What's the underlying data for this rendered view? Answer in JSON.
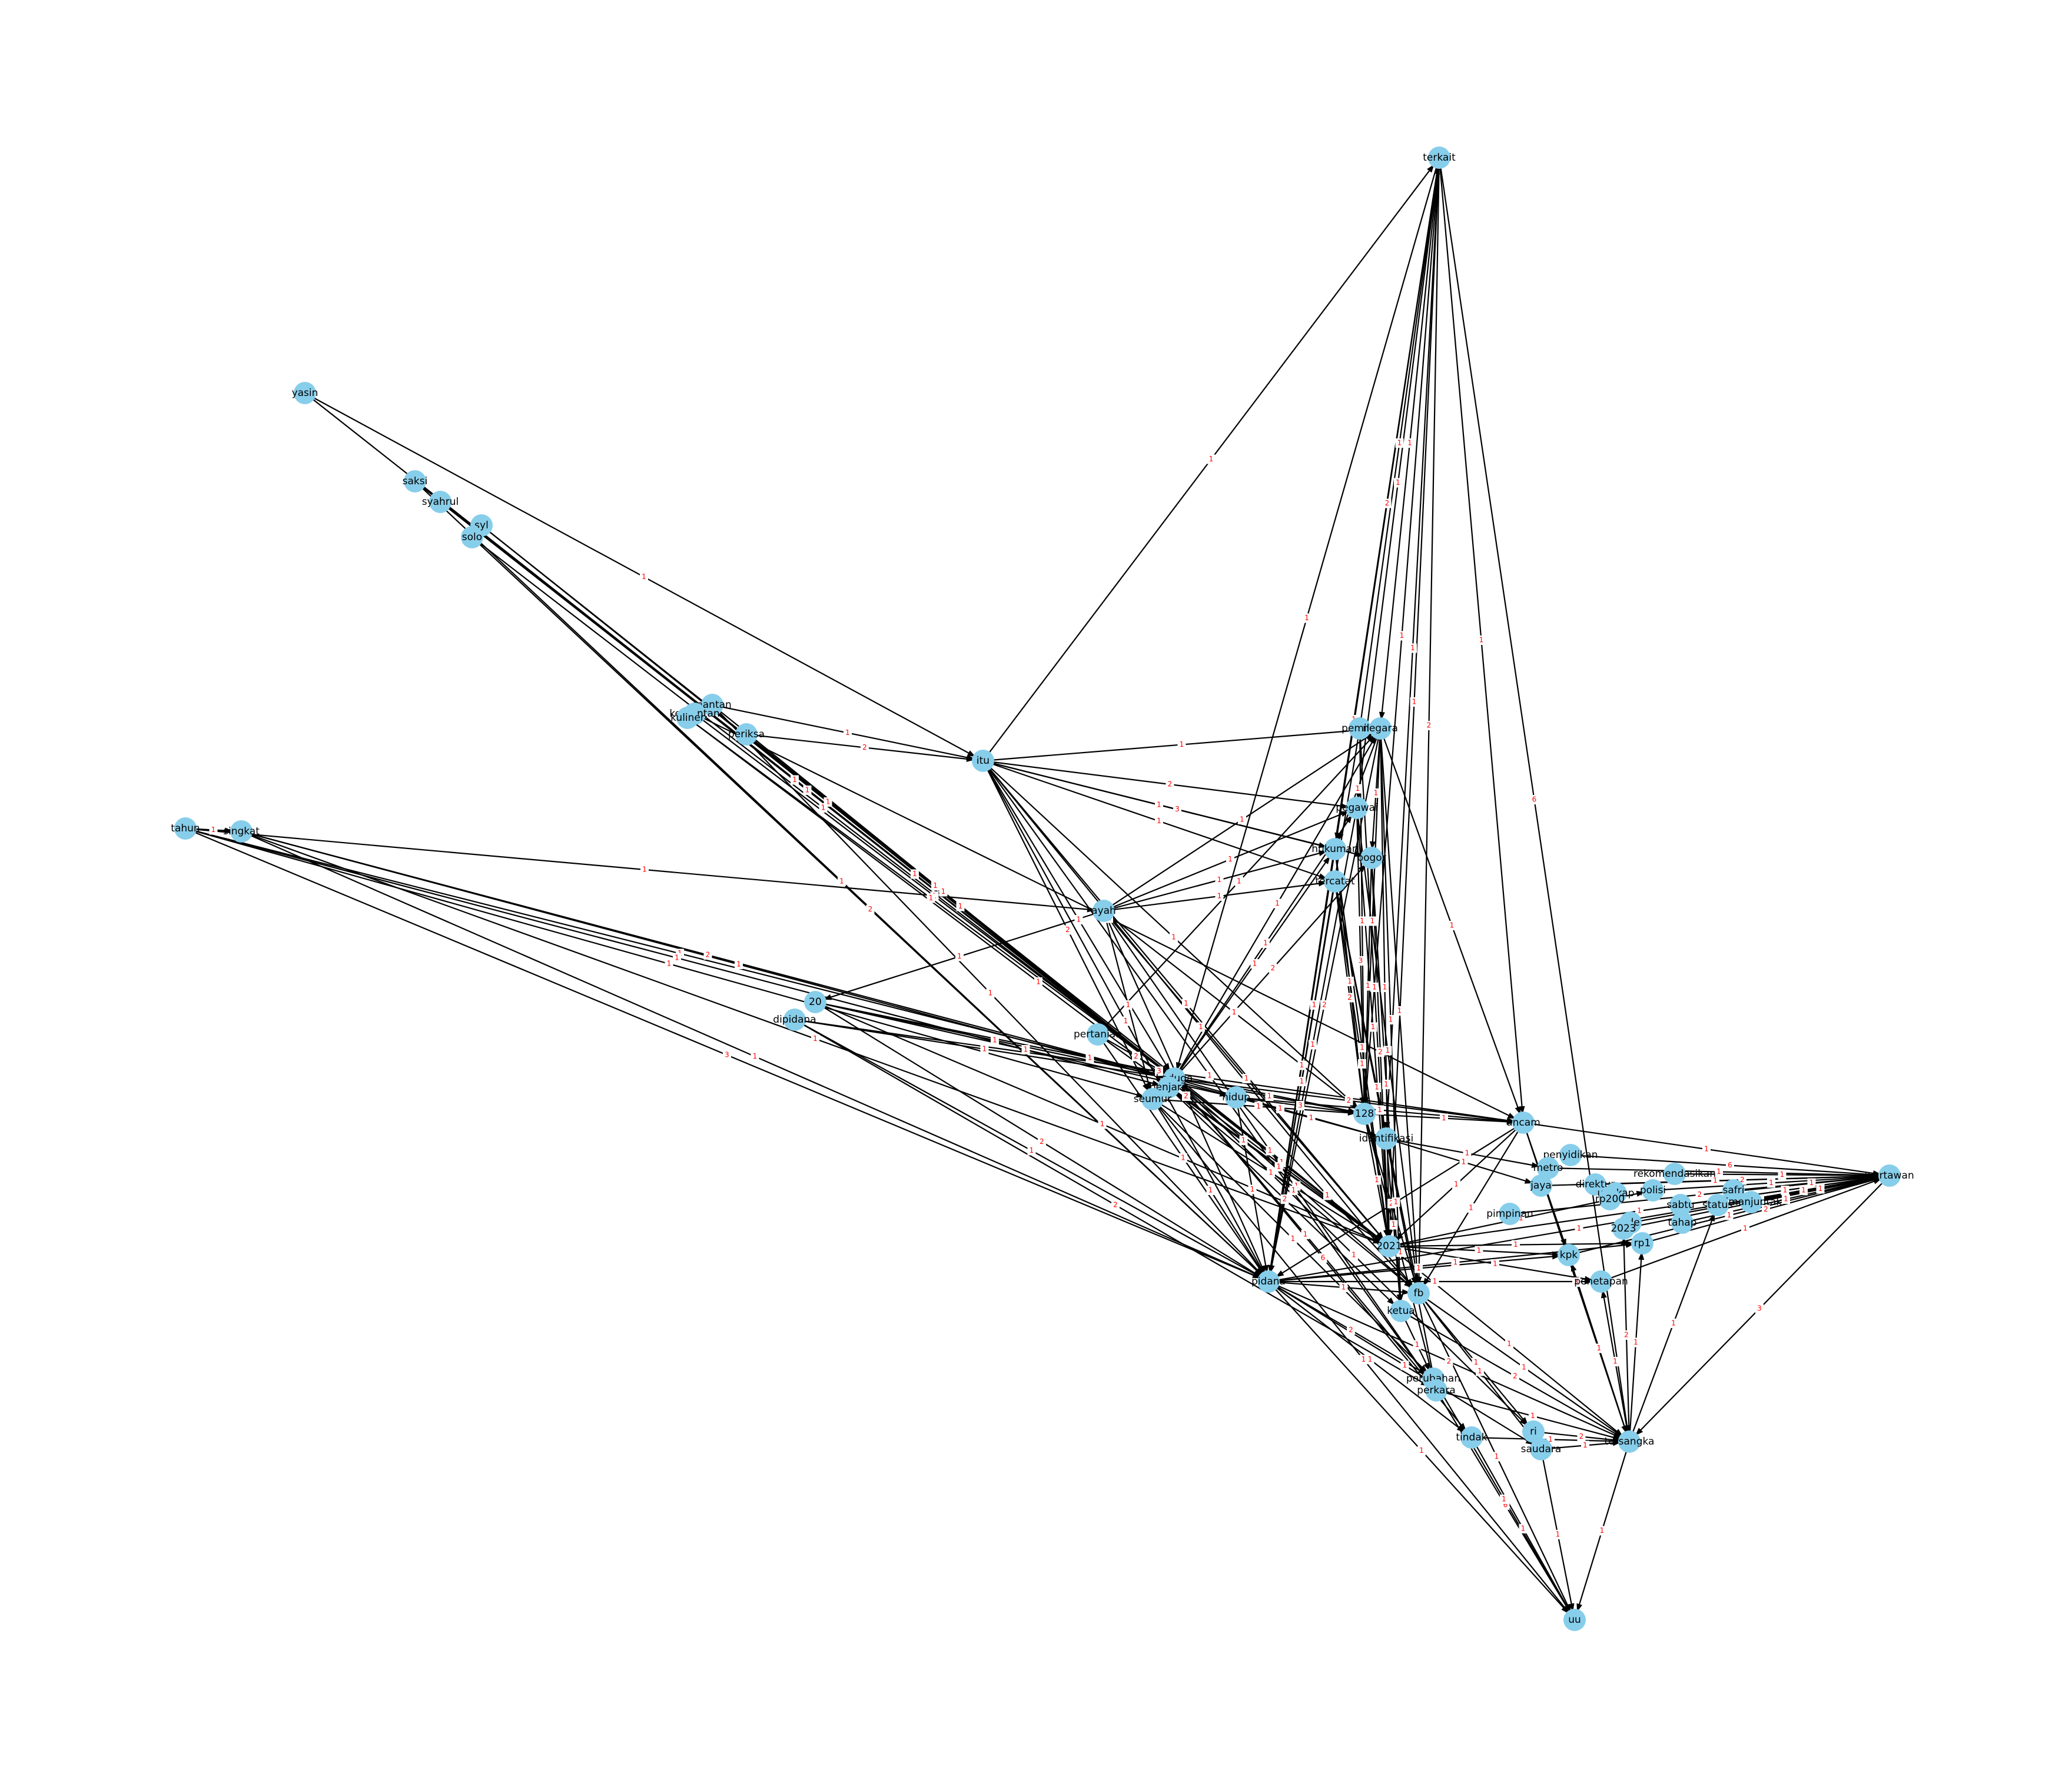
{
  "graph": {
    "colors": {
      "node": "#87ceeb",
      "edge": "#000000",
      "edge_label": "#ff0000",
      "background": "#ffffff"
    },
    "nodes": [
      {
        "id": "terkait",
        "label": "terkait"
      },
      {
        "id": "yasin",
        "label": "yasin"
      },
      {
        "id": "saksi",
        "label": "saksi"
      },
      {
        "id": "syahrul",
        "label": "syahrul"
      },
      {
        "id": "syl",
        "label": "syl"
      },
      {
        "id": "solo",
        "label": "solo"
      },
      {
        "id": "mantan",
        "label": "mantan"
      },
      {
        "id": "kementan",
        "label": "kementan"
      },
      {
        "id": "kuliner",
        "label": "kuliner"
      },
      {
        "id": "periksa",
        "label": "periksa"
      },
      {
        "id": "itu",
        "label": "itu"
      },
      {
        "id": "pemilik",
        "label": "pemilik"
      },
      {
        "id": "negara",
        "label": "negara"
      },
      {
        "id": "pegawai",
        "label": "pegawai"
      },
      {
        "id": "hukuman",
        "label": "hukuman"
      },
      {
        "id": "bogor",
        "label": "bogor"
      },
      {
        "id": "tercatat",
        "label": "tercatat"
      },
      {
        "id": "tahun",
        "label": "tahun"
      },
      {
        "id": "singkat",
        "label": "singkat"
      },
      {
        "id": "ayah",
        "label": "ayah"
      },
      {
        "id": "20",
        "label": "20"
      },
      {
        "id": "dipidana",
        "label": "dipidana"
      },
      {
        "id": "pertanian",
        "label": "pertanian"
      },
      {
        "id": "kaduga",
        "label": "kaduga"
      },
      {
        "id": "penjara",
        "label": "penjara"
      },
      {
        "id": "seumur",
        "label": "seumur"
      },
      {
        "id": "hidup",
        "label": "hidup"
      },
      {
        "id": "128",
        "label": "128"
      },
      {
        "id": "ancam",
        "label": "ancam"
      },
      {
        "id": "identifikasi",
        "label": "identifikasi"
      },
      {
        "id": "tersangka",
        "label": "tersangka"
      },
      {
        "id": "penyidikan",
        "label": "penyidikan"
      },
      {
        "id": "metro",
        "label": "metro"
      },
      {
        "id": "rekomendasikan",
        "label": "rekomendasikan"
      },
      {
        "id": "direktur",
        "label": "direktur"
      },
      {
        "id": "polisi",
        "label": "polisi"
      },
      {
        "id": "ungkap",
        "label": "ungkap"
      },
      {
        "id": "wartawan",
        "label": "wartawan"
      },
      {
        "id": "safri",
        "label": "safri"
      },
      {
        "id": "sabtu",
        "label": "sabtu"
      },
      {
        "id": "simanjuntak",
        "label": "simanjuntak"
      },
      {
        "id": "status",
        "label": "status"
      },
      {
        "id": "rp200",
        "label": "rp200"
      },
      {
        "id": "jaya",
        "label": "jaya"
      },
      {
        "id": "pimpinan",
        "label": "pimpinan"
      },
      {
        "id": "ade",
        "label": "ade"
      },
      {
        "id": "tahap",
        "label": "tahap"
      },
      {
        "id": "2023",
        "label": "2023"
      },
      {
        "id": "rp1",
        "label": "rp1"
      },
      {
        "id": "kpk",
        "label": "kpk"
      },
      {
        "id": "penetapan",
        "label": "penetapan"
      },
      {
        "id": "2021",
        "label": "2021"
      },
      {
        "id": "pidana",
        "label": "pidana"
      },
      {
        "id": "fb",
        "label": "fb"
      },
      {
        "id": "ketua",
        "label": "ketua"
      },
      {
        "id": "perubahan",
        "label": "perubahan"
      },
      {
        "id": "perkara",
        "label": "perkara"
      },
      {
        "id": "tindak",
        "label": "tindak"
      },
      {
        "id": "ri",
        "label": "ri"
      },
      {
        "id": "saudara",
        "label": "saudara"
      },
      {
        "id": "uu",
        "label": "uu"
      }
    ],
    "edge_label_values": [
      "1",
      "2",
      "3",
      "6"
    ]
  }
}
